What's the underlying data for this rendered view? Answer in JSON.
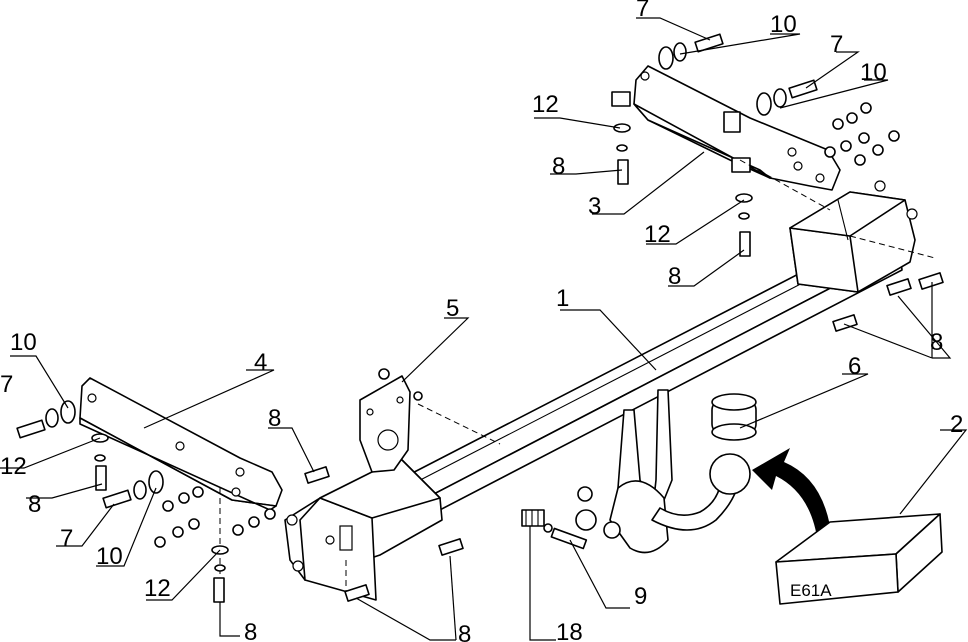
{
  "callouts": {
    "c1": "1",
    "c2": "2",
    "c3": "3",
    "c4": "4",
    "c5": "5",
    "c6": "6",
    "c7a": "7",
    "c7b": "7",
    "c7c": "7",
    "c7d": "7",
    "c8a": "8",
    "c8b": "8",
    "c8c": "8",
    "c8d": "8",
    "c8e": "8",
    "c8f": "8",
    "c8g": "8",
    "c9": "9",
    "c10a": "10",
    "c10b": "10",
    "c10c": "10",
    "c10d": "10",
    "c12a": "12",
    "c12b": "12",
    "c12c": "12",
    "c12d": "12",
    "c18": "18"
  },
  "box_label": "E61A"
}
